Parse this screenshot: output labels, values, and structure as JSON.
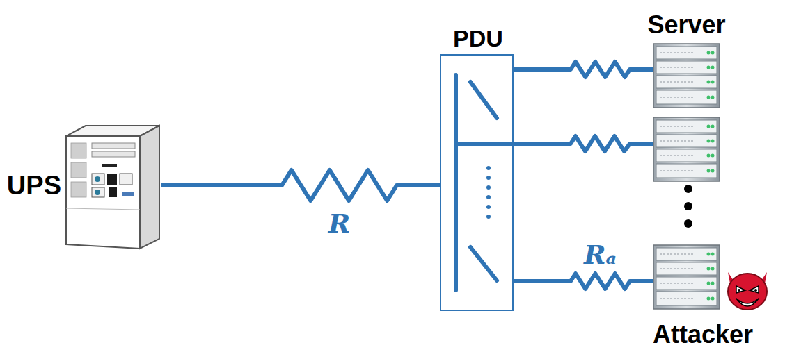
{
  "diagram": {
    "nodes": [
      {
        "text": [
          "UPS"
        ]
      },
      {
        "text": [
          "PDU"
        ]
      },
      {
        "text": [
          "Server"
        ]
      },
      {
        "text": [
          "Attacker"
        ]
      }
    ],
    "edges": [
      {
        "from": 0,
        "to": 1,
        "arrow": "none",
        "label": "R"
      },
      {
        "from": 1,
        "to": 2,
        "arrow": "none"
      },
      {
        "from": 1,
        "to": 3,
        "arrow": "none",
        "label": "Rₐ"
      }
    ]
  }
}
